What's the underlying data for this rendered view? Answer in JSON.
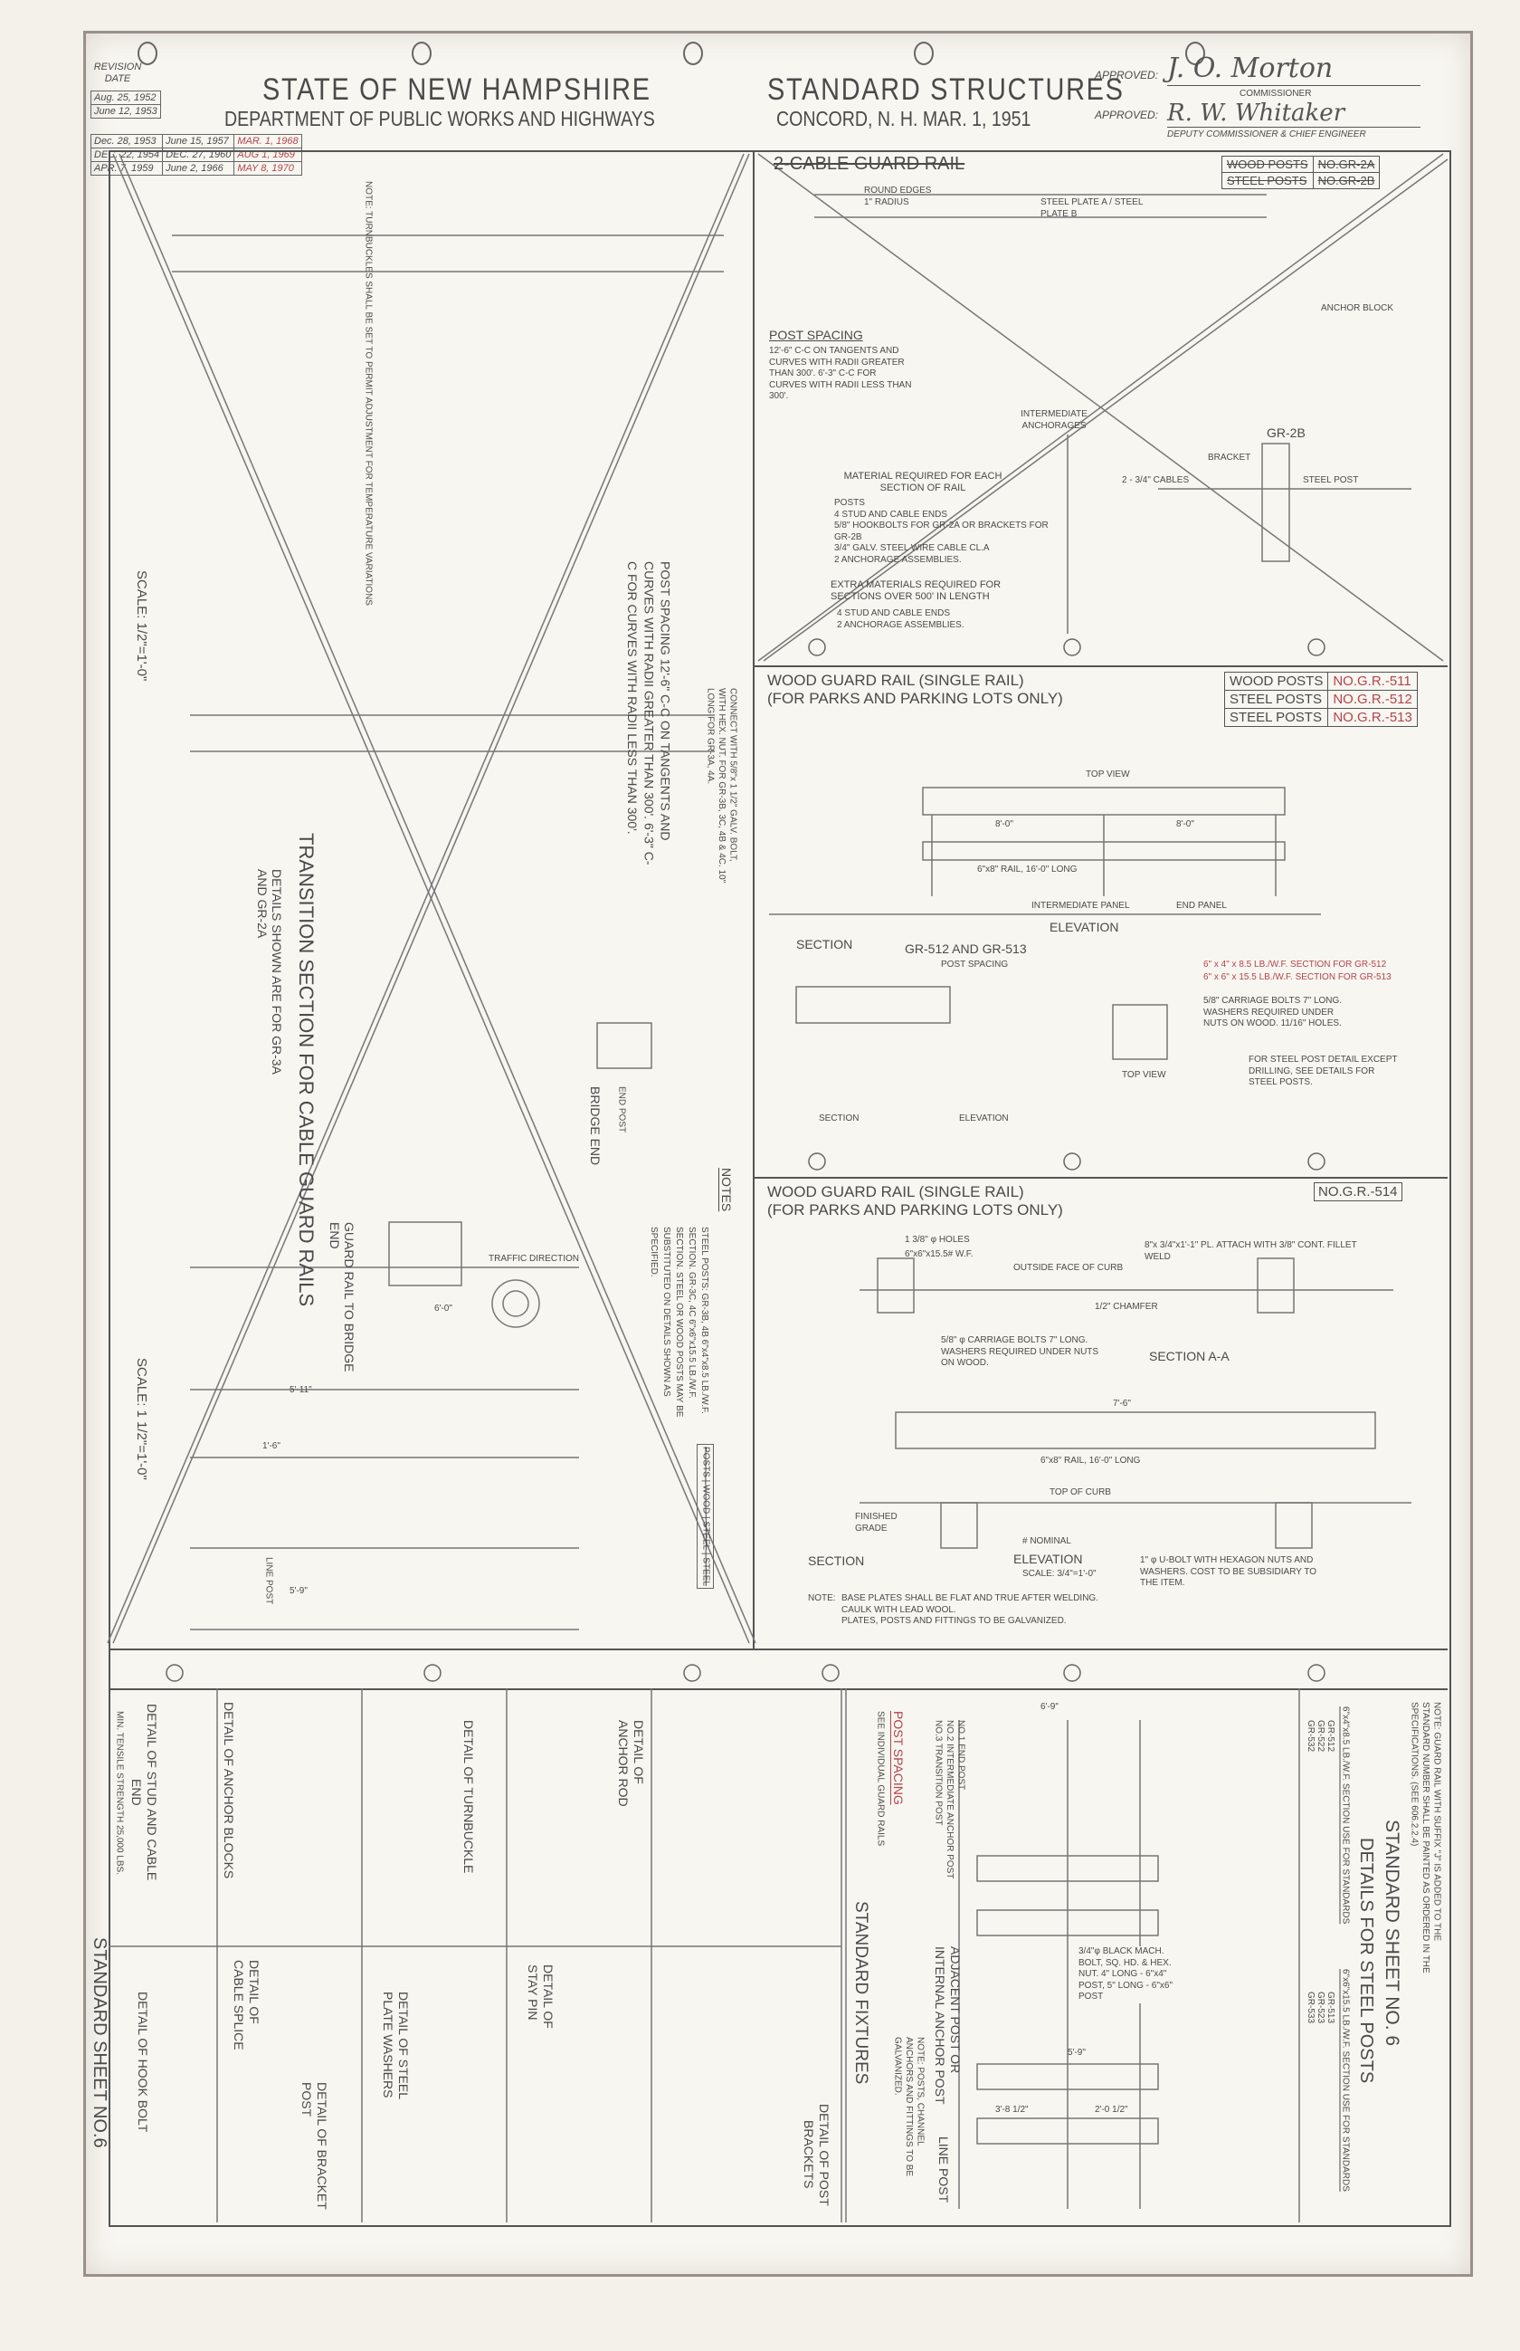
{
  "title_block": {
    "revision_header": "REVISION DATE",
    "revisions": [
      [
        "Aug. 25, 1952",
        "",
        ""
      ],
      [
        "June 12, 1953",
        "",
        ""
      ],
      [
        "Dec. 28, 1953",
        "June 15, 1957",
        "MAR. 1, 1968"
      ],
      [
        "DEC. 22, 1954",
        "DEC. 27, 1960",
        "AUG 1, 1969"
      ],
      [
        "APR. 7, 1959",
        "June 2, 1966",
        "MAY 8, 1970"
      ]
    ],
    "state": "STATE OF NEW HAMPSHIRE",
    "department": "DEPARTMENT OF PUBLIC WORKS AND HIGHWAYS",
    "standard": "STANDARD STRUCTURES",
    "location_date": "CONCORD, N. H. MAR. 1, 1951",
    "approved_label_1": "APPROVED:",
    "signature_1": "J. O. Morton",
    "role_1": "COMMISSIONER",
    "approved_label_2": "APPROVED:",
    "signature_2": "R. W. Whitaker",
    "role_2": "DEPUTY COMMISSIONER & CHIEF ENGINEER"
  },
  "left_panel": {
    "scale_1": "SCALE: 1/2\"=1'-0\"",
    "transition_title": "TRANSITION SECTION FOR CABLE GUARD RAILS",
    "transition_sub": "DETAILS SHOWN ARE FOR GR-3A AND GR-2A",
    "note_turnbuckles": "NOTE: TURNBUCKLES SHALL BE SET TO PERMIT ADJUSTMENT FOR TEMPERATURE VARIATIONS",
    "post_spacing": "POST SPACING 12'-6\" C-C ON TANGENTS AND CURVES WITH RADII GREATER THAN 300'. 6'-3\" C-C FOR CURVES WITH RADII LESS THAN 300'.",
    "connect_note": "CONNECT WITH 5/8\"x 1 1/2\" GALV. BOLT, WITH HEX. NUT. FOR GR-3B, 3C, 4B & 4C. 10\" LONG FOR GR-3A, 4A.",
    "guard_rail_to_bridge": "GUARD RAIL TO BRIDGE END",
    "bridge_end": "BRIDGE END",
    "end_post": "END POST",
    "traffic_direction": "TRAFFIC DIRECTION",
    "scale_2": "SCALE: 1 1/2\"=1'-0\"",
    "notes_title": "NOTES",
    "notes_text": "STEEL POSTS: GR-3B, 4B 6\"x4\"x8.5 LB./W.F. SECTION. GR-3C, 4C 6\"x6\"x15.5 LB./W.F. SECTION. STEEL OR WOOD POSTS MAY BE SUBSTITUTED ON DETAILS SHOWN AS SPECIFIED.",
    "posts_table": [
      "POSTS",
      "WOOD",
      "STEEL",
      "STEEL"
    ],
    "dims": [
      "5'-11\"",
      "1'-6\"",
      "5'-9\"",
      "6'-0\""
    ],
    "line_post": "LINE POST"
  },
  "cable_panel": {
    "title": "2-CABLE GUARD RAIL",
    "table": [
      [
        "WOOD POSTS",
        "NO.GR-2A"
      ],
      [
        "STEEL POSTS",
        "NO.GR-2B"
      ]
    ],
    "post_spacing_title": "POST SPACING",
    "post_spacing_text": "12'-6\" C-C ON TANGENTS AND CURVES WITH RADII GREATER THAN 300'. 6'-3\" C-C FOR CURVES WITH RADII LESS THAN 300'.",
    "intermediate": "INTERMEDIATE ANCHORAGES",
    "material_title": "MATERIAL REQUIRED FOR EACH SECTION OF RAIL",
    "material_items": [
      "POSTS",
      "4 STUD AND CABLE ENDS",
      "5/8\" HOOKBOLTS FOR GR-2A OR BRACKETS FOR GR-2B",
      "3/4\" GALV. STEEL WIRE CABLE CL.A",
      "2 ANCHORAGE ASSEMBLIES."
    ],
    "extra_title": "EXTRA MATERIALS REQUIRED FOR SECTIONS OVER 500' IN LENGTH",
    "extra_items": [
      "4 STUD AND CABLE ENDS",
      "2 ANCHORAGE ASSEMBLIES."
    ],
    "gr2b_label": "GR-2B",
    "bracket": "BRACKET",
    "steel_post": "STEEL POST",
    "cables": "2 - 3/4\" CABLES",
    "steel_plates": "STEEL PLATE A / STEEL PLATE B",
    "round_edges": "ROUND EDGES 1\" RADIUS",
    "anchor_block": "ANCHOR BLOCK"
  },
  "wood511_panel": {
    "title": "WOOD GUARD RAIL (SINGLE RAIL)",
    "subtitle": "(FOR PARKS AND PARKING LOTS ONLY)",
    "table": [
      [
        "WOOD POSTS",
        "NO.G.R.-511"
      ],
      [
        "STEEL POSTS",
        "NO.G.R.-512"
      ],
      [
        "STEEL POSTS",
        "NO.G.R.-513"
      ]
    ],
    "top_view": "TOP VIEW",
    "dims": [
      "8'-0\"",
      "8'-0\""
    ],
    "intermediate_panel": "INTERMEDIATE PANEL",
    "end_panel": "END PANEL",
    "elevation": "ELEVATION",
    "section": "SECTION",
    "gr_title": "GR-512 AND GR-513",
    "post_spacing": "POST SPACING",
    "sec_512": "6\" x 4\" x 8.5 LB./W.F. SECTION FOR GR-512",
    "sec_513": "6\" x 6\" x 15.5 LB./W.F. SECTION FOR GR-513",
    "carriage": "5/8\" CARRIAGE BOLTS 7\" LONG. WASHERS REQUIRED UNDER NUTS ON WOOD. 11/16\" HOLES.",
    "steel_detail": "FOR STEEL POST DETAIL EXCEPT DRILLING, SEE DETAILS FOR STEEL POSTS.",
    "top_view_2": "TOP VIEW",
    "elevation_2": "ELEVATION",
    "section_2": "SECTION",
    "rail": "6\"x8\" RAIL, 16'-0\" LONG"
  },
  "wood514_panel": {
    "title": "WOOD GUARD RAIL (SINGLE RAIL)",
    "subtitle": "(FOR PARKS AND PARKING LOTS ONLY)",
    "number": "NO.G.R.-514",
    "holes": "1 3/8\" φ HOLES",
    "wf": "6\"x6\"x15.5# W.F.",
    "curb": "OUTSIDE FACE OF CURB",
    "plate": "8\"x 3/4\"x1'-1\" PL. ATTACH WITH 3/8\" CONT. FILLET WELD",
    "chamfer": "1/2\" CHAMFER",
    "carriage": "5/8\" φ CARRIAGE BOLTS 7\" LONG. WASHERS REQUIRED UNDER NUTS ON WOOD.",
    "section_aa": "SECTION A-A",
    "rail": "6\"x8\" RAIL, 16'-0\" LONG",
    "dim": "7'-6\"",
    "top_of_curb": "TOP OF CURB",
    "finished_grade": "FINISHED GRADE",
    "nominal": "# NOMINAL",
    "section": "SECTION",
    "elevation": "ELEVATION",
    "scale": "SCALE: 3/4\"=1'-0\"",
    "ubolt": "1\" φ U-BOLT WITH HEXAGON NUTS AND WASHERS. COST TO BE SUBSIDIARY TO THE ITEM.",
    "note_label": "NOTE:",
    "notes": [
      "BASE PLATES SHALL BE FLAT AND TRUE AFTER WELDING.",
      "CAULK WITH LEAD WOOL.",
      "PLATES, POSTS AND FITTINGS TO BE GALVANIZED."
    ]
  },
  "bottom_strip": {
    "sheet_label": "STANDARD SHEET NO.6",
    "stud_detail": "DETAIL OF STUD AND CABLE END",
    "stud_strength": "MIN. TENSILE STRENGTH 25,000 LBS.",
    "hook_bolt": "DETAIL OF HOOK BOLT",
    "anchor_blocks": "DETAIL OF ANCHOR BLOCKS",
    "cable_splice": "DETAIL OF CABLE SPLICE",
    "turnbuckle": "DETAIL OF TURNBUCKLE",
    "steel_plate_washers": "DETAIL OF STEEL PLATE WASHERS",
    "anchor_rod": "DETAIL OF ANCHOR ROD",
    "stay_pin": "DETAIL OF STAY PIN",
    "bracket_post": "DETAIL OF BRACKET POST",
    "post_brackets": "DETAIL OF POST BRACKETS",
    "post_spacing_title": "POST SPACING",
    "post_spacing_text": "SEE INDIVIDUAL GUARD RAILS",
    "standard_fixtures": "STANDARD FIXTURES",
    "fixtures_note": "NOTE: POSTS, CHANNEL ANCHORS AND FITTINGS TO BE GALVANIZED.",
    "post_types": [
      "NO.1 END POST",
      "NO.2 INTERMEDIATE ANCHOR POST",
      "NO.3 TRANSITION POST"
    ],
    "adjacent_post": "ADJACENT POST OR INTERNAL ANCHOR POST",
    "line_post": "LINE POST",
    "bolt_note": "3/4\"φ BLACK MACH. BOLT, SQ. HD. & HEX. NUT. 4\" LONG - 6\"x4\" POST, 5\" LONG - 6\"x6\" POST",
    "dims": [
      "6'-9\"",
      "5'-9\"",
      "3'-8 1/2\"",
      "2'-0 1/2\""
    ],
    "sheet_title": "STANDARD SHEET NO. 6",
    "sheet_subtitle": "DETAILS FOR STEEL POSTS",
    "suffix_note": "NOTE: GUARD RAIL WITH SUFFIX \"J\" IS ADDED TO THE STANDARD NUMBER SHALL BE PAINTED AS ORDERED IN THE SPECIFICATIONS. (SEE 606.2.2.4)",
    "sec_a_title": "6\"x4\"x8.5 LB./W.F. SECTION USE FOR STANDARDS",
    "sec_a_items": [
      "GR-512",
      "GR-522",
      "GR-532"
    ],
    "sec_b_title": "6\"x6\"x15.5 LB./W.F. SECTION USE FOR STANDARDS",
    "sec_b_items": [
      "GR-513",
      "GR-523",
      "GR-533"
    ]
  }
}
